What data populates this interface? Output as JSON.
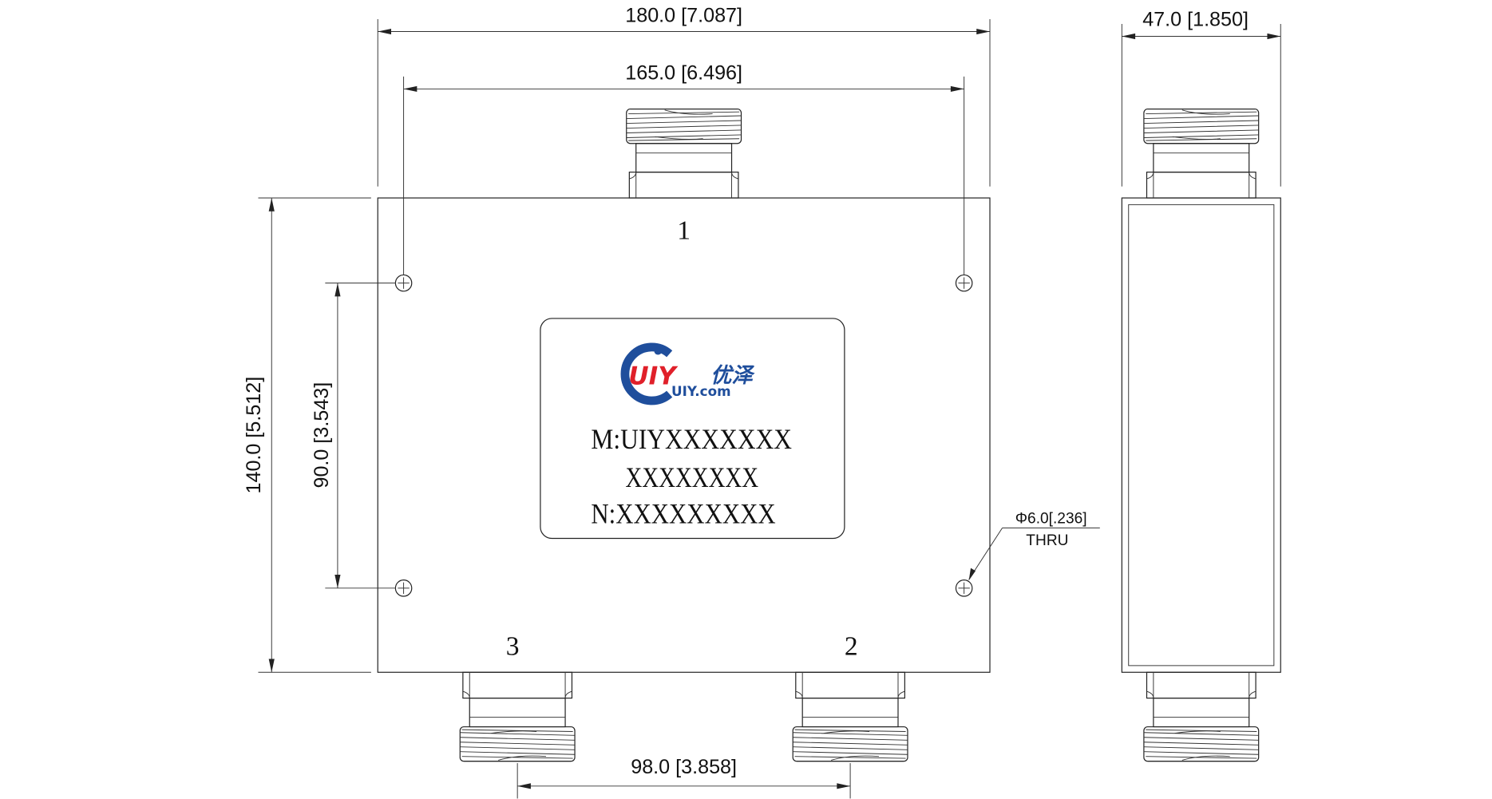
{
  "dimensions": {
    "overall_width": "180.0 [7.087]",
    "hole_spacing_horizontal": "165.0 [6.496]",
    "overall_height": "140.0 [5.512]",
    "hole_spacing_vertical": "90.0 [3.543]",
    "port_spacing": "98.0 [3.858]",
    "depth": "47.0 [1.850]"
  },
  "hole_callout": {
    "diameter": "Φ6.0[.236]",
    "note": "THRU"
  },
  "ports": {
    "port1": "1",
    "port2": "2",
    "port3": "3"
  },
  "nameplate": {
    "logo": {
      "mark": "UIY",
      "chinese": "优泽",
      "domain": "UIY.com"
    },
    "model_line": "M:UIYXXXXXXX",
    "model_line2": "XXXXXXXX",
    "serial_line": "N:XXXXXXXXX"
  },
  "colors": {
    "logo_blue": "#1f4e9c",
    "logo_red": "#e0202a"
  }
}
